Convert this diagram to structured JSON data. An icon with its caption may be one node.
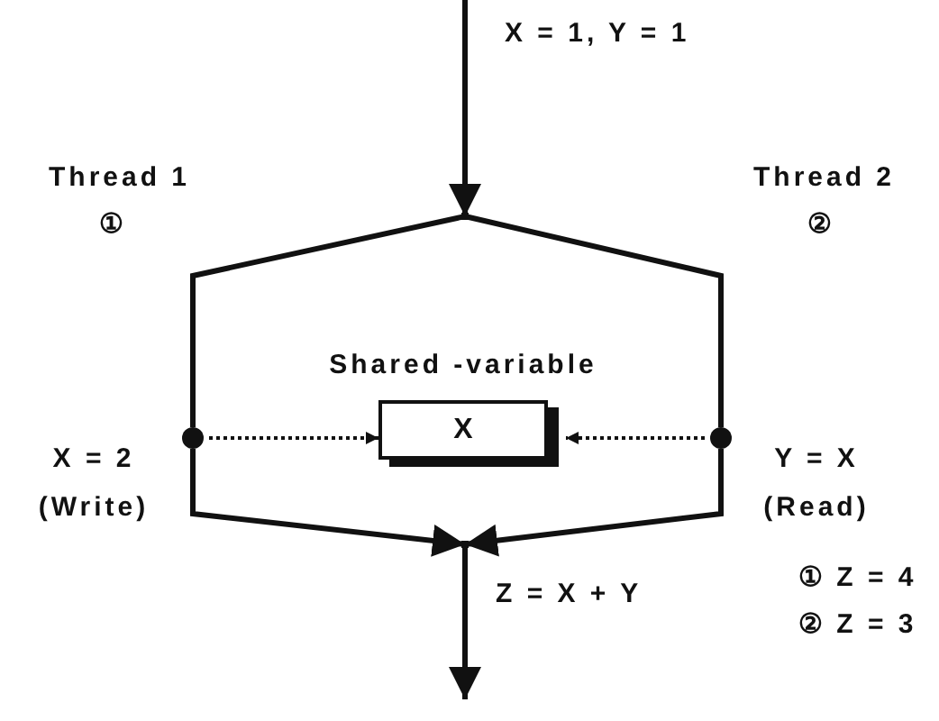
{
  "diagram": {
    "nodes": [
      {
        "text": [],
        "shape": "point"
      },
      {
        "text": [],
        "shape": "circle",
        "beside": [
          "X = 2 (Write)"
        ]
      },
      {
        "text": [],
        "shape": "circle",
        "beside": [
          "Y = X (Read)"
        ]
      },
      {
        "text": [
          "Shared -variable",
          "X"
        ]
      },
      {
        "text": [],
        "shape": "point"
      }
    ],
    "edges": [
      {
        "from": null,
        "to": 0,
        "arrow": "to",
        "label": "X = 1, Y = 1"
      },
      {
        "from": 0,
        "to": 1,
        "arrow": "none"
      },
      {
        "from": 0,
        "to": 2,
        "arrow": "none"
      },
      {
        "from": 1,
        "to": 3,
        "arrow": "to",
        "style": "dashed"
      },
      {
        "from": 2,
        "to": 3,
        "arrow": "to",
        "style": "dashed"
      },
      {
        "from": 1,
        "to": 4,
        "arrow": "to"
      },
      {
        "from": 2,
        "to": 4,
        "arrow": "to"
      },
      {
        "from": 4,
        "to": null,
        "arrow": "to",
        "label": "Z = X + Y"
      }
    ],
    "labels": [
      "Thread 1",
      "①",
      "Thread 2",
      "②",
      "① Z = 4",
      "② Z = 3"
    ]
  }
}
